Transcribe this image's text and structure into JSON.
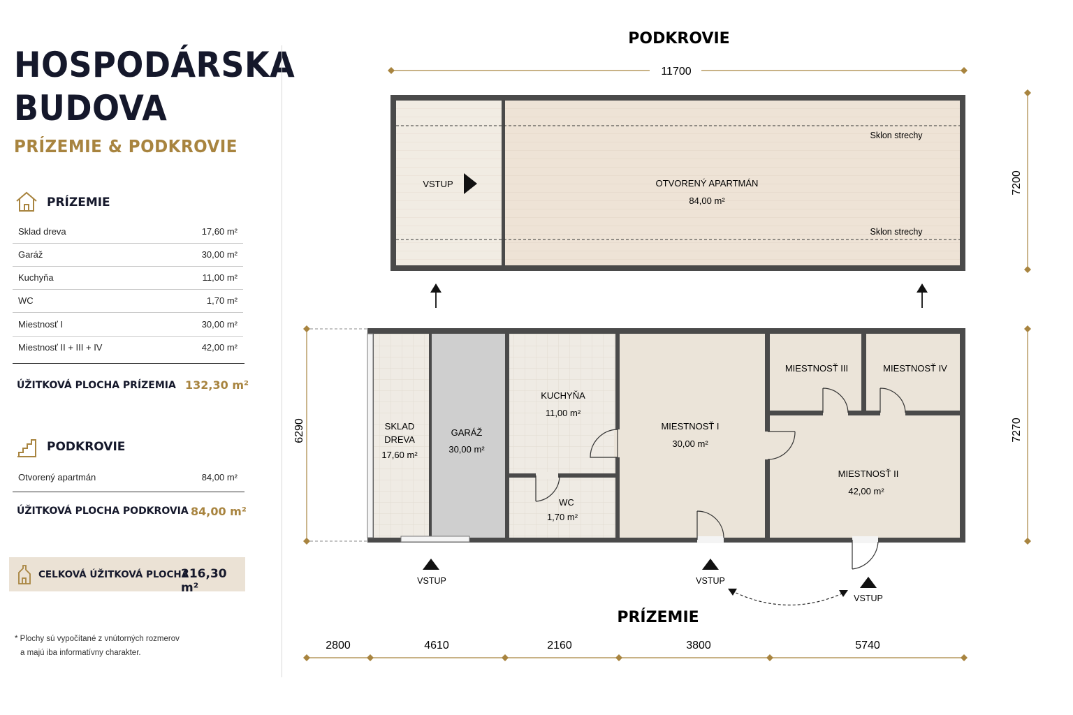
{
  "title_line1": "HOSPODÁRSKA",
  "title_line2": "BUDOVA",
  "subtitle": "PRÍZEMIE & PODKROVIE",
  "ground": {
    "heading": "PRÍZEMIE",
    "rows": [
      {
        "label": "Sklad dreva",
        "value": "17,60 m²"
      },
      {
        "label": "Garáž",
        "value": "30,00 m²"
      },
      {
        "label": "Kuchyňa",
        "value": "11,00 m²"
      },
      {
        "label": "WC",
        "value": "1,70 m²"
      },
      {
        "label": "Miestnosť I",
        "value": "30,00 m²"
      },
      {
        "label": "Miestnosť II + III + IV",
        "value": "42,00 m²"
      }
    ],
    "total_label": "ÚŽITKOVÁ PLOCHA PRÍZEMIA",
    "total_value": "132,30 m²"
  },
  "attic": {
    "heading": "PODKROVIE",
    "rows": [
      {
        "label": "Otvorený apartmán",
        "value": "84,00 m²"
      }
    ],
    "total_label": "ÚŽITKOVÁ PLOCHA PODKROVIA",
    "total_value": "84,00 m²"
  },
  "grand_total": {
    "label": "CELKOVÁ ÚŽITKOVÁ PLOCHA",
    "value": "216,30 m²"
  },
  "note_line1": "* Plochy sú vypočítané z vnútorných rozmerov",
  "note_line2": "a majú iba informatívny charakter.",
  "plan_attic": {
    "title": "PODKROVIE",
    "width_dim": "11700",
    "height_dim": "7200",
    "entry": "VSTUP",
    "apartment_name": "OTVORENÝ APARTMÁN",
    "apartment_area": "84,00 m²",
    "slope_label": "Sklon strechy"
  },
  "plan_ground": {
    "title": "PRÍZEMIE",
    "left_dim": "6290",
    "right_dim": "7270",
    "bottom_dims": [
      "2800",
      "4610",
      "2160",
      "3800",
      "5740"
    ],
    "entry": "VSTUP",
    "rooms": {
      "sklad_line1": "SKLAD",
      "sklad_line2": "DREVA",
      "sklad_area": "17,60 m²",
      "garaz": "GARÁŽ",
      "garaz_area": "30,00 m²",
      "kuchyna": "KUCHYŇA",
      "kuchyna_area": "11,00 m²",
      "wc": "WC",
      "wc_area": "1,70 m²",
      "m1": "MIESTNOSŤ I",
      "m1_area": "30,00 m²",
      "m2": "MIESTNOSŤ II",
      "m2_area": "42,00 m²",
      "m3": "MIESTNOSŤ III",
      "m4": "MIESTNOSŤ IV"
    }
  }
}
